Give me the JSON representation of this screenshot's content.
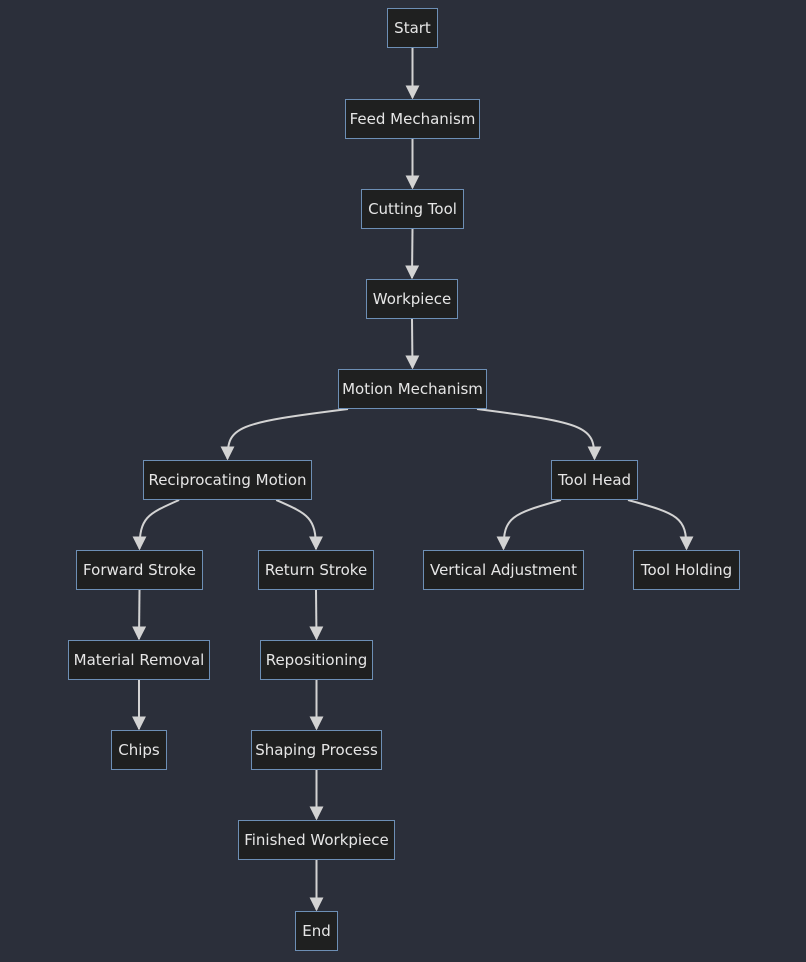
{
  "diagram": {
    "type": "flowchart",
    "nodes": {
      "start": "Start",
      "feed": "Feed Mechanism",
      "cutting": "Cutting Tool",
      "workpiece": "Workpiece",
      "motion": "Motion Mechanism",
      "recip": "Reciprocating Motion",
      "toolhead": "Tool Head",
      "forward": "Forward Stroke",
      "return": "Return Stroke",
      "vertical": "Vertical Adjustment",
      "toolholding": "Tool Holding",
      "material": "Material Removal",
      "repos": "Repositioning",
      "chips": "Chips",
      "shaping": "Shaping Process",
      "finished": "Finished Workpiece",
      "end": "End"
    },
    "edges": [
      [
        "start",
        "feed"
      ],
      [
        "feed",
        "cutting"
      ],
      [
        "cutting",
        "workpiece"
      ],
      [
        "workpiece",
        "motion"
      ],
      [
        "motion",
        "recip"
      ],
      [
        "motion",
        "toolhead"
      ],
      [
        "recip",
        "forward"
      ],
      [
        "recip",
        "return"
      ],
      [
        "toolhead",
        "vertical"
      ],
      [
        "toolhead",
        "toolholding"
      ],
      [
        "forward",
        "material"
      ],
      [
        "material",
        "chips"
      ],
      [
        "return",
        "repos"
      ],
      [
        "repos",
        "shaping"
      ],
      [
        "shaping",
        "finished"
      ],
      [
        "finished",
        "end"
      ]
    ]
  }
}
